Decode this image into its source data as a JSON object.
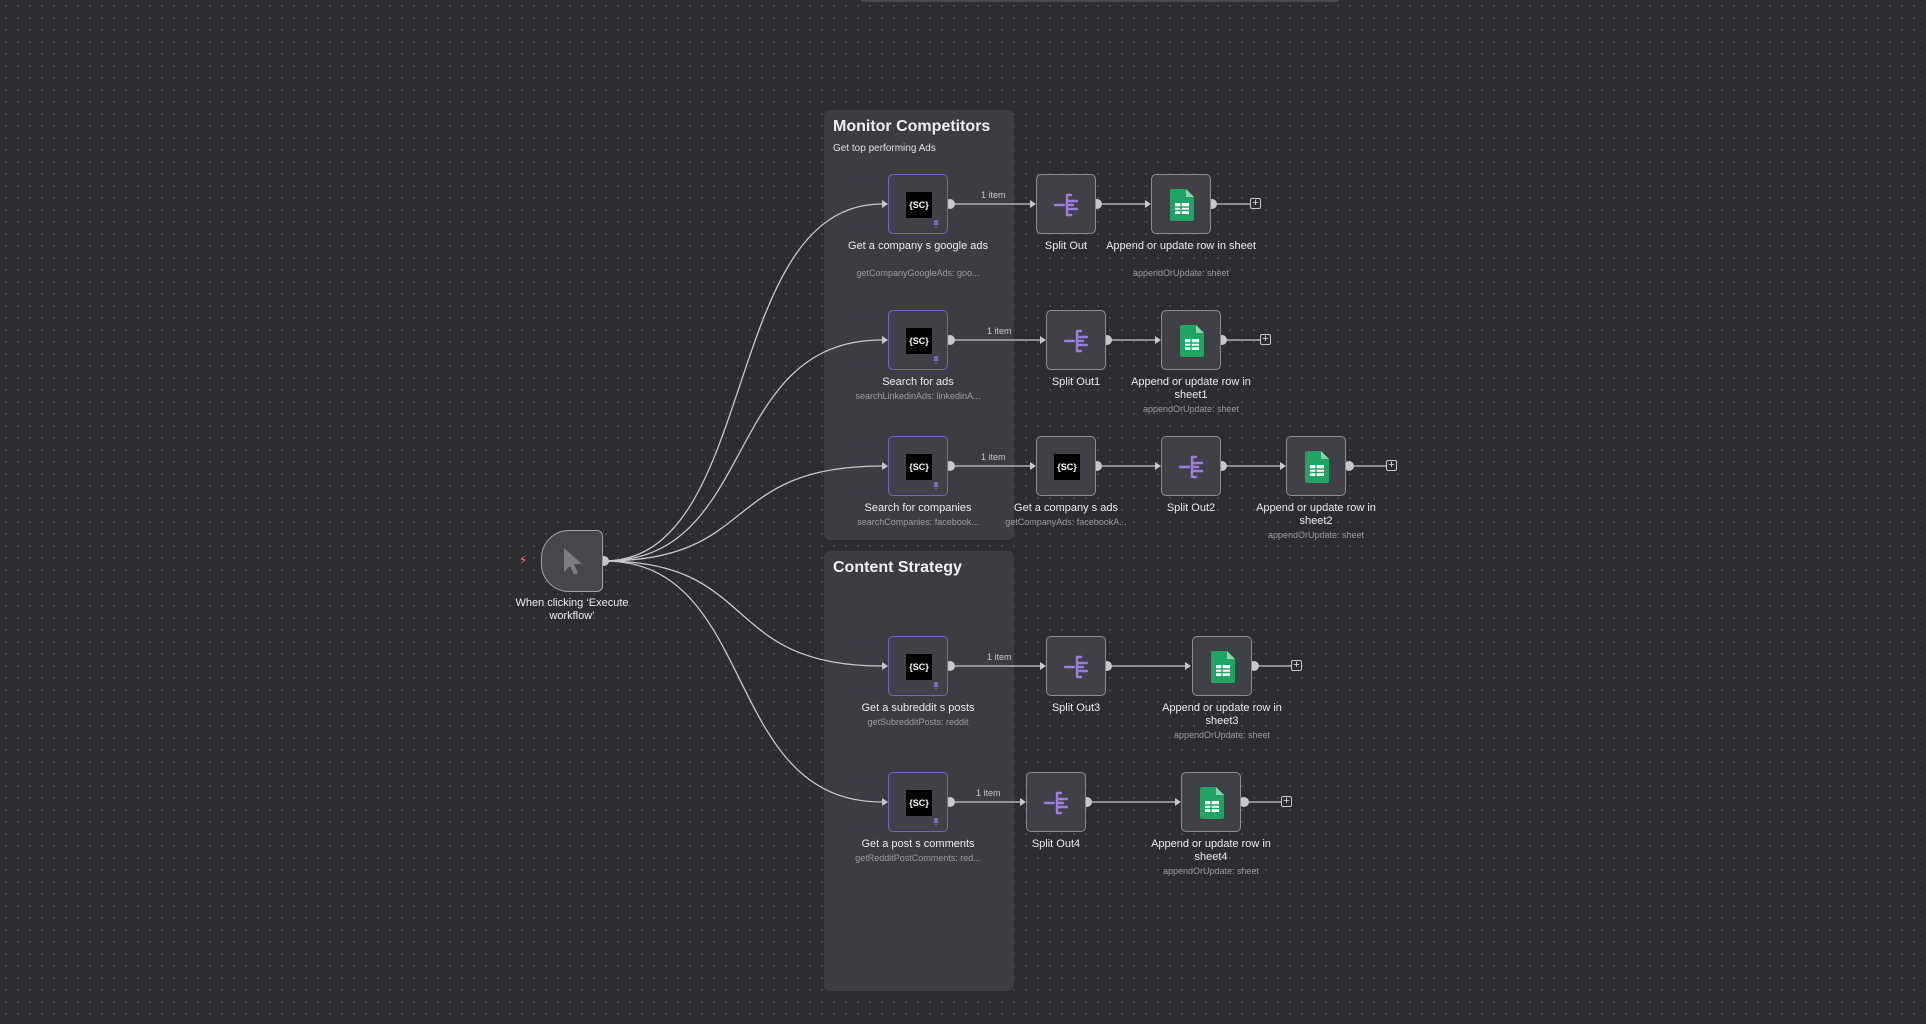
{
  "stickies": {
    "monitor": {
      "title": "Monitor Competitors",
      "subtitle": "Get top performing Ads"
    },
    "content": {
      "title": "Content Strategy"
    }
  },
  "trigger": {
    "label": "When clicking ‘Execute workflow’"
  },
  "edge_label": "1 item",
  "plus_symbol": "+",
  "sc_symbol": "{SC}",
  "nodes": {
    "google_ads": {
      "label": "Get a company s google ads",
      "sub": "getCompanyGoogleAds: goo..."
    },
    "split_out": {
      "label": "Split Out"
    },
    "sheet": {
      "label": "Append or update row in sheet",
      "sub": "appendOrUpdate: sheet"
    },
    "search_ads": {
      "label": "Search for ads",
      "sub": "searchLinkedinAds: linkedinA..."
    },
    "split_out1": {
      "label": "Split Out1"
    },
    "sheet1": {
      "label": "Append or update row in sheet1",
      "sub": "appendOrUpdate: sheet"
    },
    "search_companies": {
      "label": "Search for companies",
      "sub": "searchCompanies: facebook..."
    },
    "company_ads": {
      "label": "Get a company s ads",
      "sub": "getCompanyAds: facebookA..."
    },
    "split_out2": {
      "label": "Split Out2"
    },
    "sheet2": {
      "label": "Append or update row in sheet2",
      "sub": "appendOrUpdate: sheet"
    },
    "subreddit_posts": {
      "label": "Get a subreddit s posts",
      "sub": "getSubredditPosts: reddit"
    },
    "split_out3": {
      "label": "Split Out3"
    },
    "sheet3": {
      "label": "Append or update row in sheet3",
      "sub": "appendOrUpdate: sheet"
    },
    "post_comments": {
      "label": "Get a post s comments",
      "sub": "getRedditPostComments: red..."
    },
    "split_out4": {
      "label": "Split Out4"
    },
    "sheet4": {
      "label": "Append or update row in sheet4",
      "sub": "appendOrUpdate: sheet"
    }
  },
  "colors": {
    "accent": "#7565bf",
    "split": "#9b7ee0",
    "sheets": "#1fa463",
    "trigger": "#ff6d5a"
  }
}
